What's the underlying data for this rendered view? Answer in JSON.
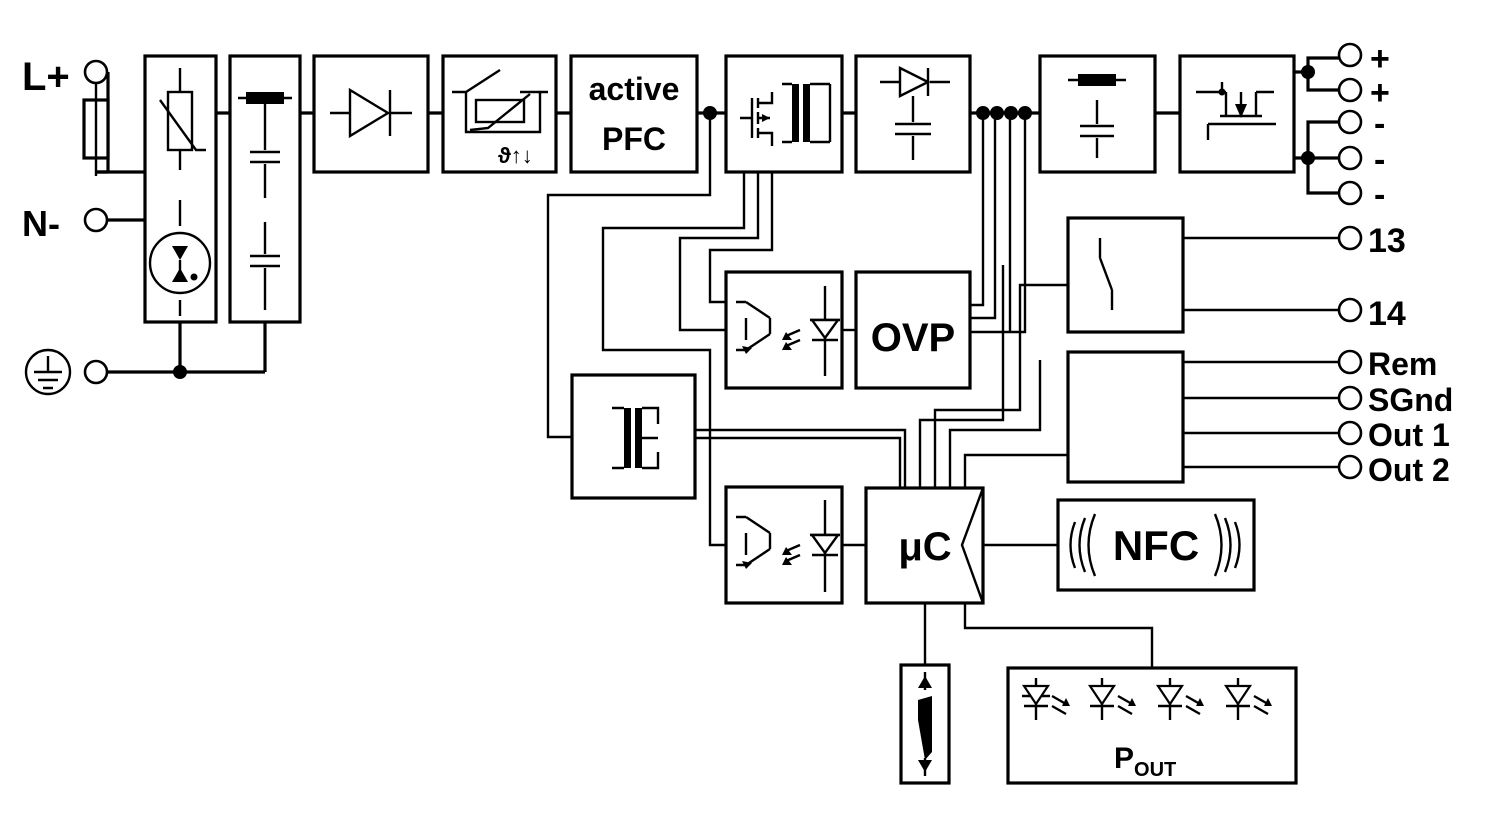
{
  "terminals": {
    "l_plus": "L+",
    "n_minus": "N-",
    "out_plus": [
      "+",
      "+"
    ],
    "out_minus": [
      "-",
      "-",
      "-"
    ],
    "relay_13": "13",
    "relay_14": "14",
    "signals": [
      "Rem",
      "SGnd",
      "Out 1",
      "Out 2"
    ]
  },
  "blocks": {
    "pfc_line1": "active",
    "pfc_line2": "PFC",
    "ovp": "OVP",
    "mcu": "μC",
    "nfc": "NFC",
    "pout_main": "P",
    "pout_sub": "OUT",
    "thermal_symbol": "ϑ↑↓"
  }
}
